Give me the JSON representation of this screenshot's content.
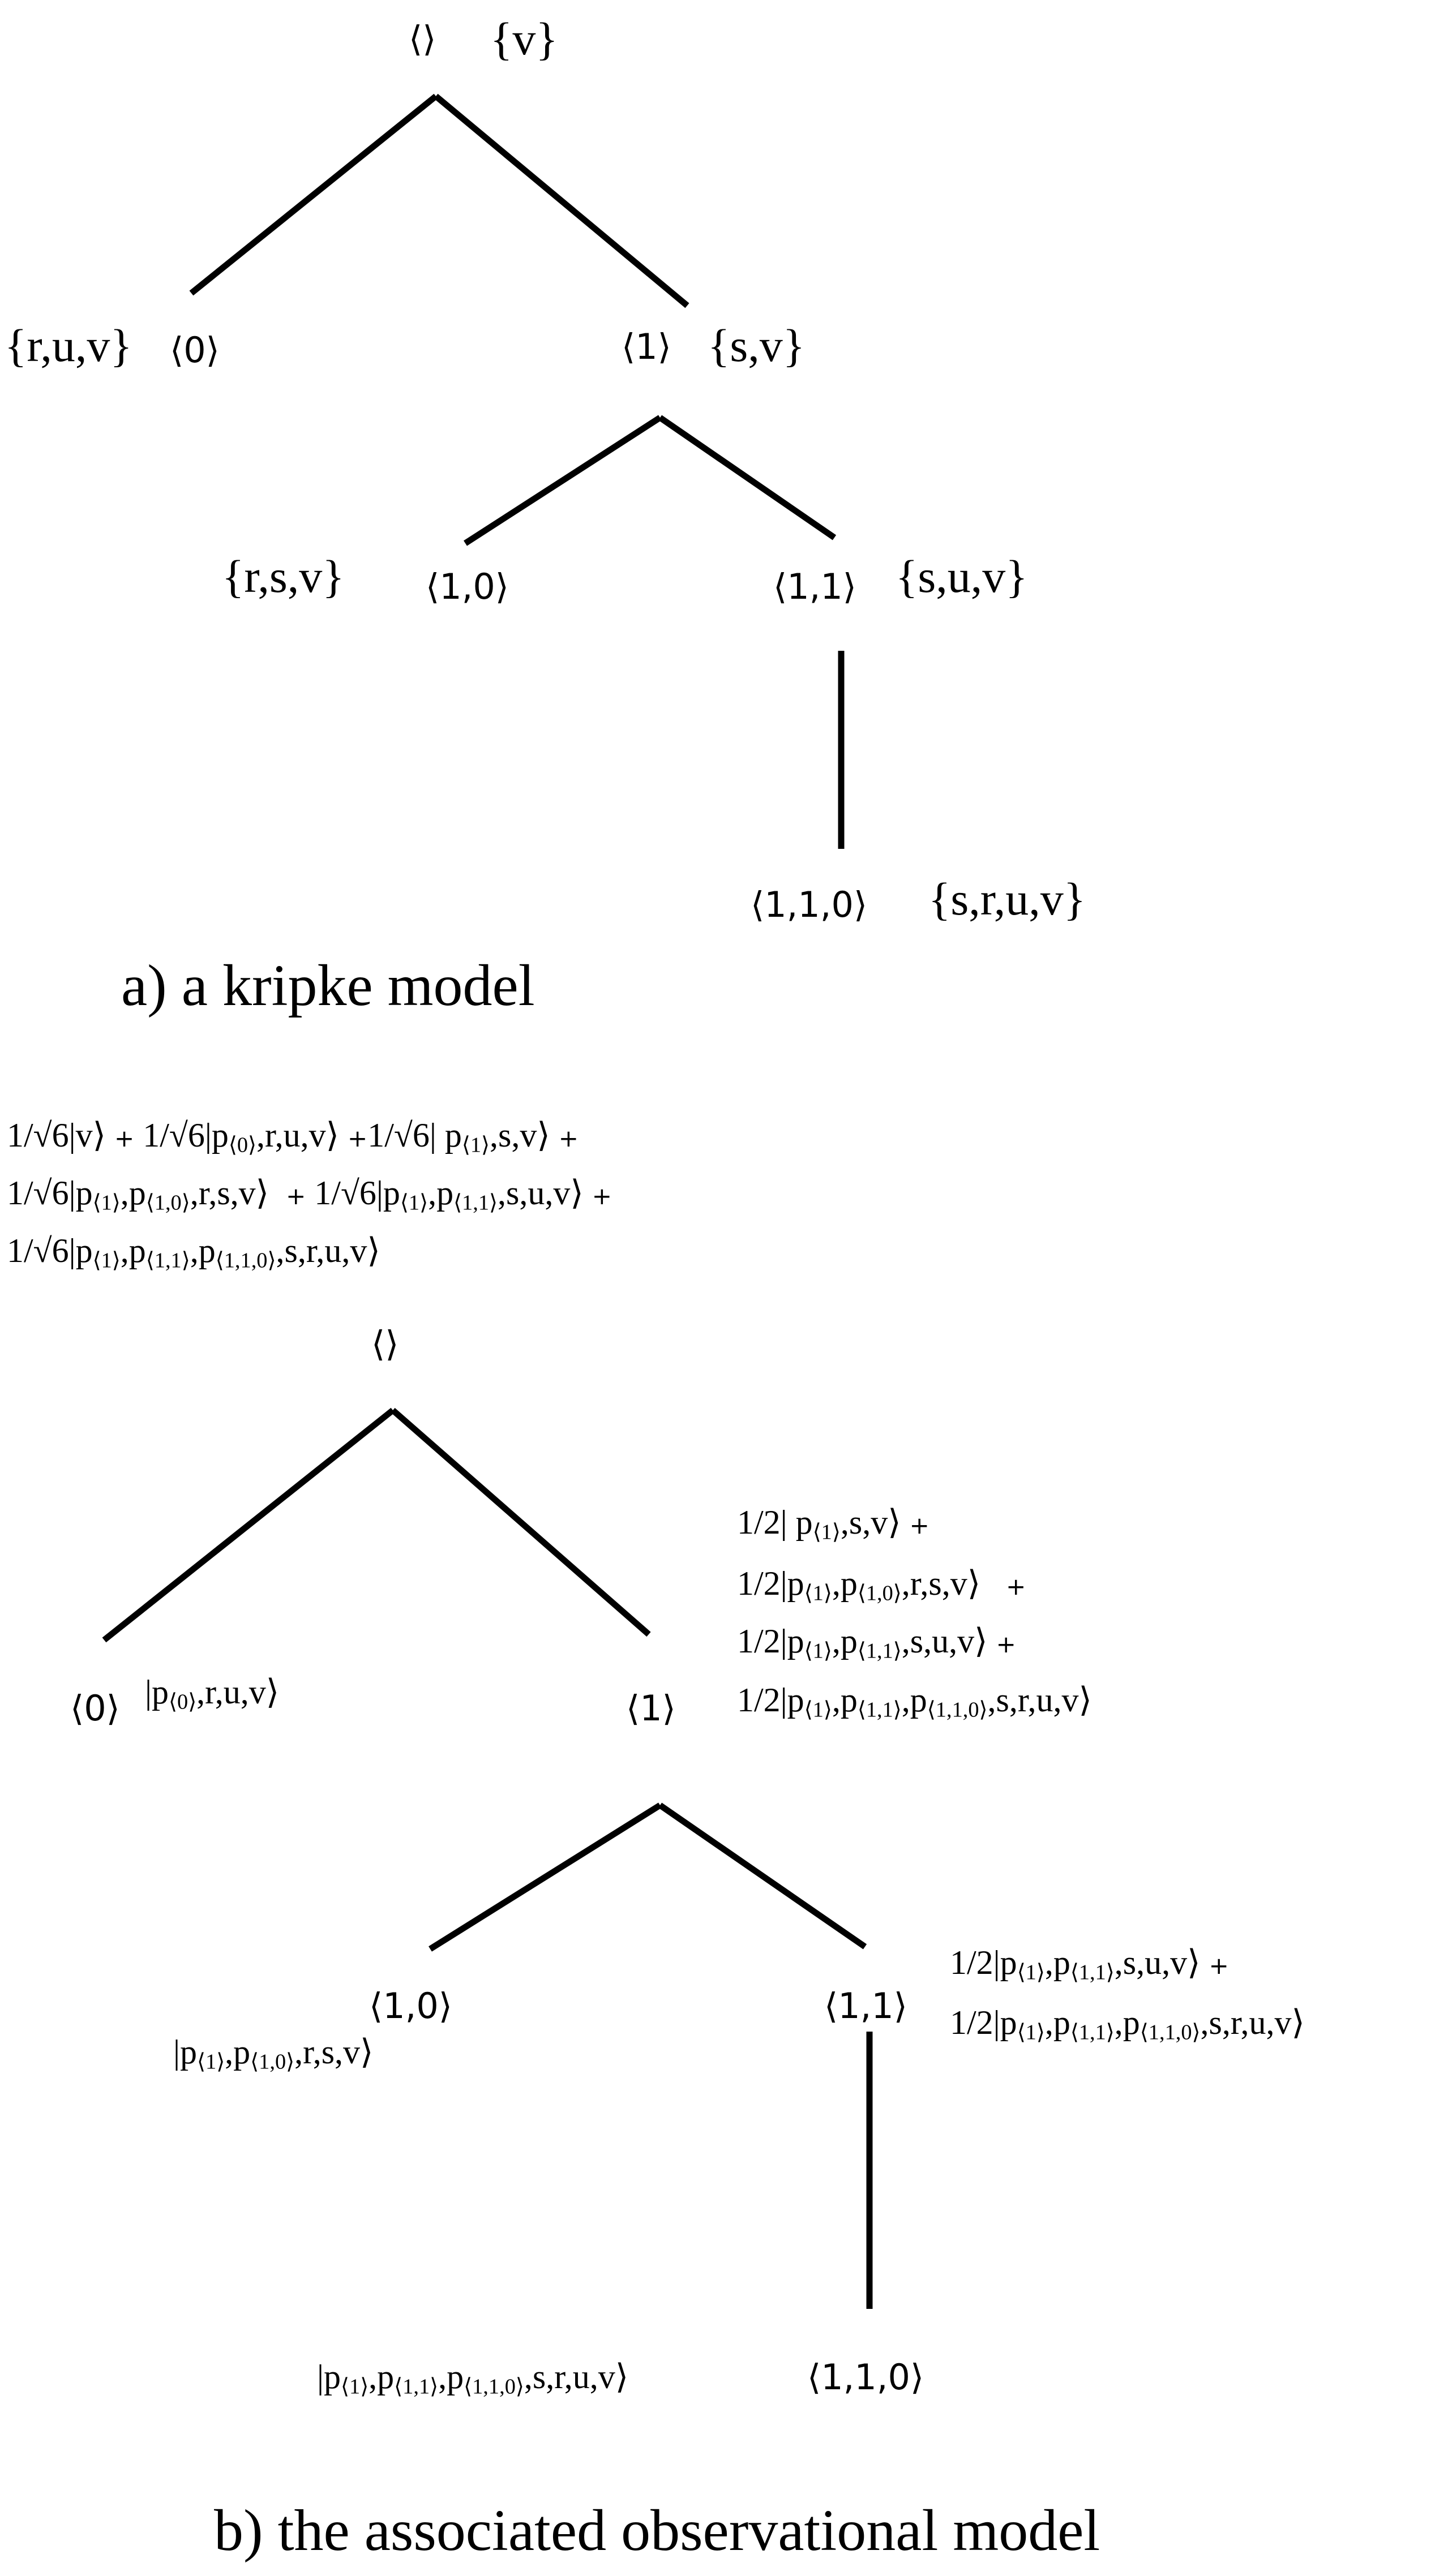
{
  "part_a": {
    "caption": "a) a kripke model",
    "nodes": [
      {
        "id": "root",
        "label": "⟨⟩",
        "set": "{v}"
      },
      {
        "id": "n0",
        "label": "⟨0⟩",
        "set": "{r,u,v}"
      },
      {
        "id": "n1",
        "label": "⟨1⟩",
        "set": "{s,v}"
      },
      {
        "id": "n10",
        "label": "⟨1,0⟩",
        "set": "{r,s,v}"
      },
      {
        "id": "n11",
        "label": "⟨1,1⟩",
        "set": "{s,u,v}"
      },
      {
        "id": "n110",
        "label": "⟨1,1,0⟩",
        "set": "{s,r,u,v}"
      }
    ]
  },
  "part_b": {
    "caption": "b) the associated observational model",
    "root_state": [
      [
        "1/√6|v⟩",
        "+",
        "1/√6|p⟨0⟩,r,u,v⟩",
        "+1/√6| p⟨1⟩,s,v⟩",
        "+"
      ],
      [
        "1/√6|p⟨1⟩,p⟨1,0⟩,r,s,v⟩",
        "+",
        "1/√6|p⟨1⟩,p⟨1,1⟩,s,u,v⟩",
        "+"
      ],
      [
        "1/√6|p⟨1⟩,p⟨1,1⟩,p⟨1,1,0⟩,s,r,u,v⟩"
      ]
    ],
    "node_labels": {
      "root": "⟨⟩",
      "n0": "⟨0⟩",
      "n1": "⟨1⟩",
      "n10": "⟨1,0⟩",
      "n11": "⟨1,1⟩",
      "n110": "⟨1,1,0⟩"
    },
    "n0_state": "|p⟨0⟩,r,u,v⟩",
    "n1_state": [
      [
        "1/2| p⟨1⟩,s,v⟩",
        "+"
      ],
      [
        "1/2|p⟨1⟩,p⟨1,0⟩,r,s,v⟩",
        "+"
      ],
      [
        "1/2|p⟨1⟩,p⟨1,1⟩,s,u,v⟩",
        "+"
      ],
      [
        "1/2|p⟨1⟩,p⟨1,1⟩,p⟨1,1,0⟩,s,r,u,v⟩"
      ]
    ],
    "n10_state": "|p⟨1⟩,p⟨1,0⟩,r,s,v⟩",
    "n11_state": [
      [
        "1/2|p⟨1⟩,p⟨1,1⟩,s,u,v⟩",
        "+"
      ],
      [
        "1/2|p⟨1⟩,p⟨1,1⟩,p⟨1,1,0⟩,s,r,u,v⟩"
      ]
    ],
    "n110_state": "|p⟨1⟩,p⟨1,1⟩,p⟨1,1,0⟩,s,r,u,v⟩"
  }
}
